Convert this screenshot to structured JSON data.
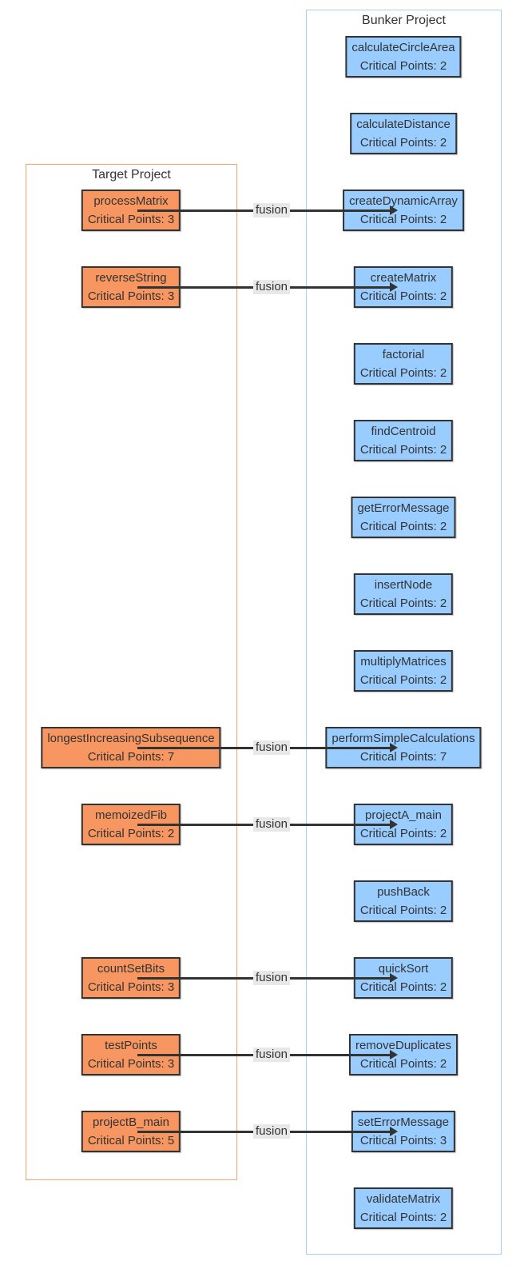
{
  "diagram": {
    "containers": {
      "target": {
        "title": "Target Project",
        "border_color": "#f9a26d",
        "node_fill": "#f79661",
        "node_border": "#333333",
        "nodes": [
          {
            "name": "processMatrix",
            "cp_label": "Critical Points: 3",
            "row": 2
          },
          {
            "name": "reverseString",
            "cp_label": "Critical Points: 3",
            "row": 3
          },
          {
            "name": "longestIncreasingSubsequence",
            "cp_label": "Critical Points: 7",
            "row": 9
          },
          {
            "name": "memoizedFib",
            "cp_label": "Critical Points: 2",
            "row": 10
          },
          {
            "name": "countSetBits",
            "cp_label": "Critical Points: 3",
            "row": 12
          },
          {
            "name": "testPoints",
            "cp_label": "Critical Points: 3",
            "row": 13
          },
          {
            "name": "projectB_main",
            "cp_label": "Critical Points: 5",
            "row": 14
          }
        ]
      },
      "bunker": {
        "title": "Bunker Project",
        "border_color": "#a8d1f5",
        "node_fill": "#99ccff",
        "node_border": "#333333",
        "nodes": [
          {
            "name": "calculateCircleArea",
            "cp_label": "Critical Points: 2",
            "row": 0
          },
          {
            "name": "calculateDistance",
            "cp_label": "Critical Points: 2",
            "row": 1
          },
          {
            "name": "createDynamicArray",
            "cp_label": "Critical Points: 2",
            "row": 2
          },
          {
            "name": "createMatrix",
            "cp_label": "Critical Points: 2",
            "row": 3
          },
          {
            "name": "factorial",
            "cp_label": "Critical Points: 2",
            "row": 4
          },
          {
            "name": "findCentroid",
            "cp_label": "Critical Points: 2",
            "row": 5
          },
          {
            "name": "getErrorMessage",
            "cp_label": "Critical Points: 2",
            "row": 6
          },
          {
            "name": "insertNode",
            "cp_label": "Critical Points: 2",
            "row": 7
          },
          {
            "name": "multiplyMatrices",
            "cp_label": "Critical Points: 2",
            "row": 8
          },
          {
            "name": "performSimpleCalculations",
            "cp_label": "Critical Points: 7",
            "row": 9
          },
          {
            "name": "projectA_main",
            "cp_label": "Critical Points: 2",
            "row": 10
          },
          {
            "name": "pushBack",
            "cp_label": "Critical Points: 2",
            "row": 11
          },
          {
            "name": "quickSort",
            "cp_label": "Critical Points: 2",
            "row": 12
          },
          {
            "name": "removeDuplicates",
            "cp_label": "Critical Points: 2",
            "row": 13
          },
          {
            "name": "setErrorMessage",
            "cp_label": "Critical Points: 3",
            "row": 14
          },
          {
            "name": "validateMatrix",
            "cp_label": "Critical Points: 2",
            "row": 15
          }
        ]
      }
    },
    "edges": [
      {
        "from": "processMatrix",
        "to": "createDynamicArray",
        "label": "fusion"
      },
      {
        "from": "reverseString",
        "to": "createMatrix",
        "label": "fusion"
      },
      {
        "from": "longestIncreasingSubsequence",
        "to": "performSimpleCalculations",
        "label": "fusion"
      },
      {
        "from": "memoizedFib",
        "to": "projectA_main",
        "label": "fusion"
      },
      {
        "from": "countSetBits",
        "to": "quickSort",
        "label": "fusion"
      },
      {
        "from": "testPoints",
        "to": "removeDuplicates",
        "label": "fusion"
      },
      {
        "from": "projectB_main",
        "to": "setErrorMessage",
        "label": "fusion"
      }
    ],
    "colors": {
      "edge": "#333333",
      "edge_label_bg": "#e8e8e8",
      "text": "#333333",
      "background": "#ffffff"
    }
  }
}
